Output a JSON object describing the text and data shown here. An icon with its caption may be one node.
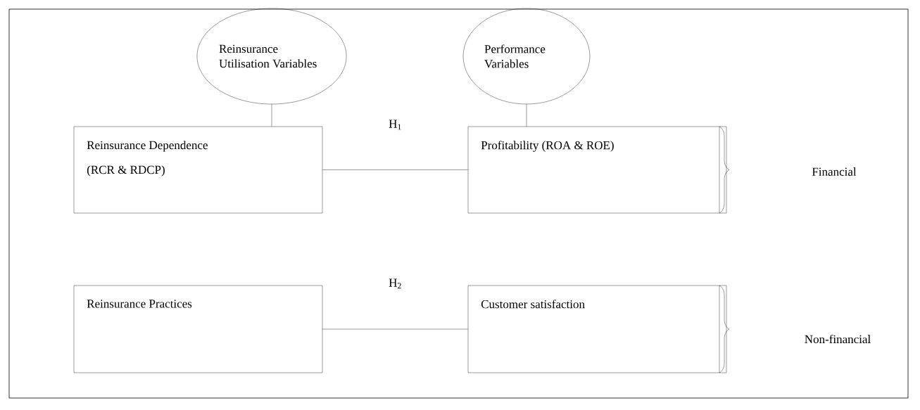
{
  "diagram": {
    "nodes": [
      {
        "text": [
          "Reinsurance Utilisation Variables"
        ]
      },
      {
        "text": [
          "Performance Variables"
        ]
      },
      {
        "text": [
          "Reinsurance Dependence",
          "(RCR & RDCP)"
        ]
      },
      {
        "text": [
          "Profitability (ROA & ROE)"
        ]
      },
      {
        "text": [
          "Reinsurance Practices"
        ]
      },
      {
        "text": [
          "Customer satisfaction"
        ]
      }
    ],
    "edges": [
      {
        "from": 0,
        "to": 2,
        "arrow": "none"
      },
      {
        "from": 1,
        "to": 3,
        "arrow": "none"
      },
      {
        "from": 2,
        "to": 3,
        "arrow": "none",
        "label": "H$_{1}$"
      },
      {
        "from": 4,
        "to": 5,
        "arrow": "none",
        "label": "H$_{2}$"
      }
    ],
    "labels": [
      "Financial",
      "Non-financial"
    ]
  }
}
